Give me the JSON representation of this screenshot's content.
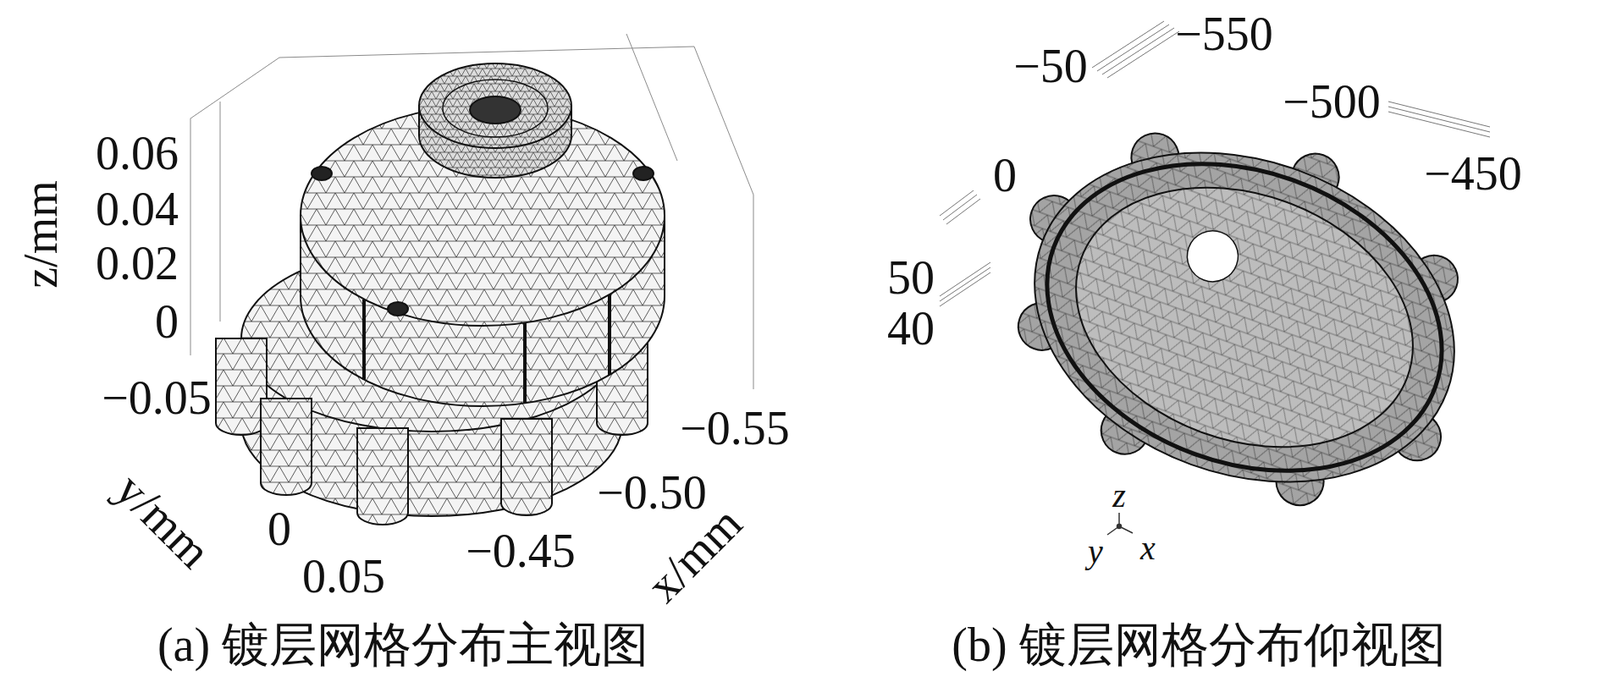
{
  "diagram": {
    "labels": [
      "0.06",
      "0.04",
      "0.02",
      "0",
      "−0.05",
      "z/mm",
      "y/mm",
      "0",
      "0.05",
      "−0.55",
      "−0.50",
      "−0.45",
      "x/mm",
      "(a) 镀层网格分布主视图",
      "−50",
      "−550",
      "−500",
      "0",
      "−450",
      "50",
      "40",
      "z",
      "y",
      "x",
      "(b) 镀层网格分布仰视图"
    ]
  }
}
